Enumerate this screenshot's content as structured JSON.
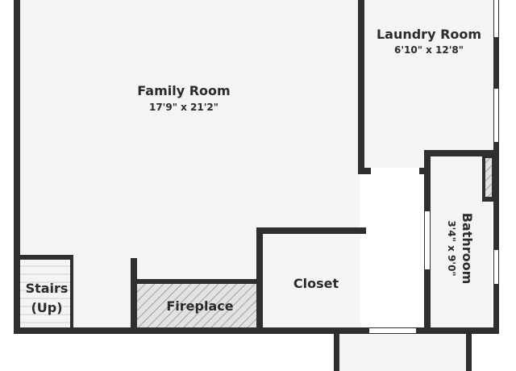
{
  "rooms": {
    "family_room": {
      "name": "Family Room",
      "dimensions": "17'9\" x 21'2\""
    },
    "laundry_room": {
      "name": "Laundry Room",
      "dimensions": "6'10\" x 12'8\""
    },
    "bathroom": {
      "name": "Bathroom",
      "dimensions": "3'4\" x 9'0\""
    },
    "closet": {
      "name": "Closet"
    },
    "fireplace": {
      "name": "Fireplace"
    },
    "stairs": {
      "line1": "Stairs",
      "line2": "(Up)"
    }
  },
  "colors": {
    "wall": "#2f2f2f",
    "floor": "#f4f4f4",
    "window": "#ffffff",
    "text": "#2b2b2b"
  }
}
